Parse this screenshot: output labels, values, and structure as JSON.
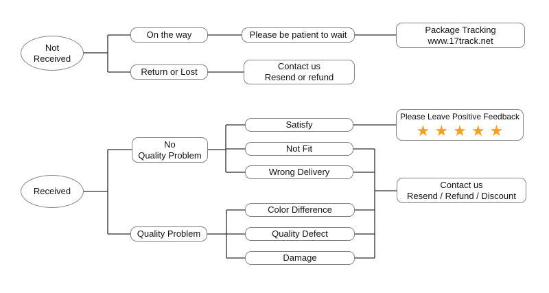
{
  "colors": {
    "background": "#FFFFFF",
    "box_border": "#828282",
    "line": "#2E2E2E",
    "text": "#111111",
    "star": "#F7A01E"
  },
  "nodes": {
    "not_received": "Not\nReceived",
    "on_the_way": "On the way",
    "return_or_lost": "Return or Lost",
    "please_be_patient": "Please be patient to wait",
    "package_tracking": "Package Tracking\nwww.17track.net",
    "contact_resend_refund": "Contact us\nResend or refund",
    "received": "Received",
    "no_quality_problem": "No\nQuality Problem",
    "quality_problem": "Quality Problem",
    "satisfy": "Satisfy",
    "not_fit": "Not Fit",
    "wrong_delivery": "Wrong Delivery",
    "color_difference": "Color Difference",
    "quality_defect": "Quality Defect",
    "damage": "Damage",
    "contact_resend_refund_discount": "Contact us\nResend / Refund / Discount"
  },
  "feedback": {
    "title": "Please Leave Positive Feedback",
    "star_count": 5,
    "star_glyph": "★"
  }
}
